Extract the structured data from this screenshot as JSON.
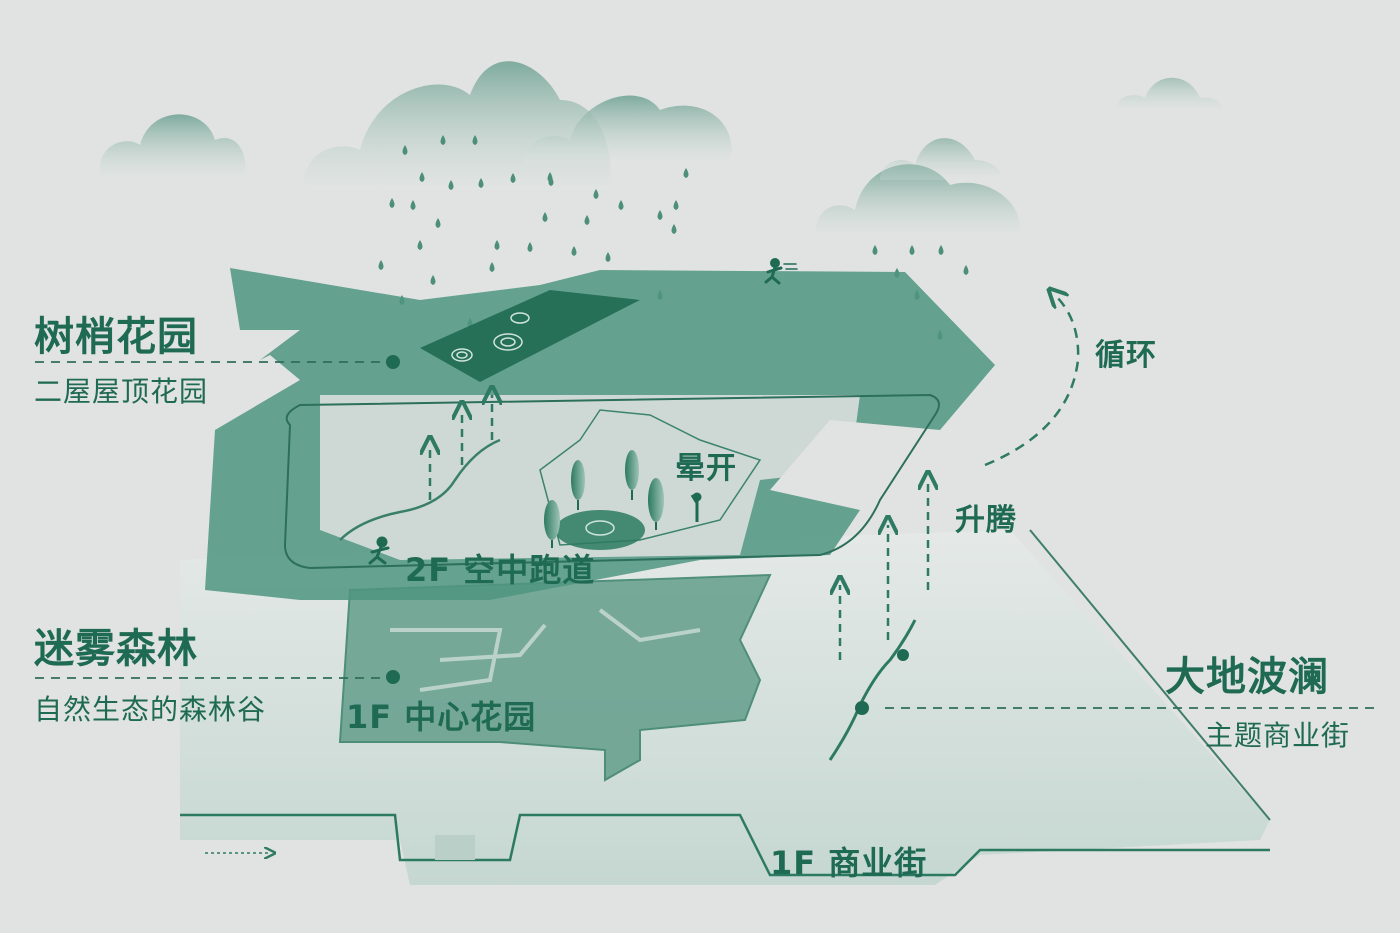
{
  "colors": {
    "background": "#e1e3e2",
    "primary_green": "#1f6a52",
    "mid_green": "#4f9580",
    "light_green": "#8fb9ab",
    "cloud_top": "#7fab9e",
    "cloud_bottom": "#dfe5e2",
    "slab": "#c9dcd5"
  },
  "callouts": {
    "treetop": {
      "title": "树梢花园",
      "subtitle": "二屋屋顶花园"
    },
    "forest": {
      "title": "迷雾森林",
      "subtitle": "自然生态的森林谷"
    },
    "earth": {
      "title": "大地波澜",
      "subtitle": "主题商业街"
    }
  },
  "zones": {
    "skyway": "2F 空中跑道",
    "central_garden": "1F 中心花园",
    "commercial_street": "1F 商业街",
    "bloom": "晕开",
    "rise": "升腾",
    "cycle": "循环"
  },
  "icons": [
    "cloud-icon",
    "raindrop-icon",
    "runner-icon",
    "tree-icon",
    "person-icon",
    "ripple-icon",
    "arrow-up-icon"
  ]
}
